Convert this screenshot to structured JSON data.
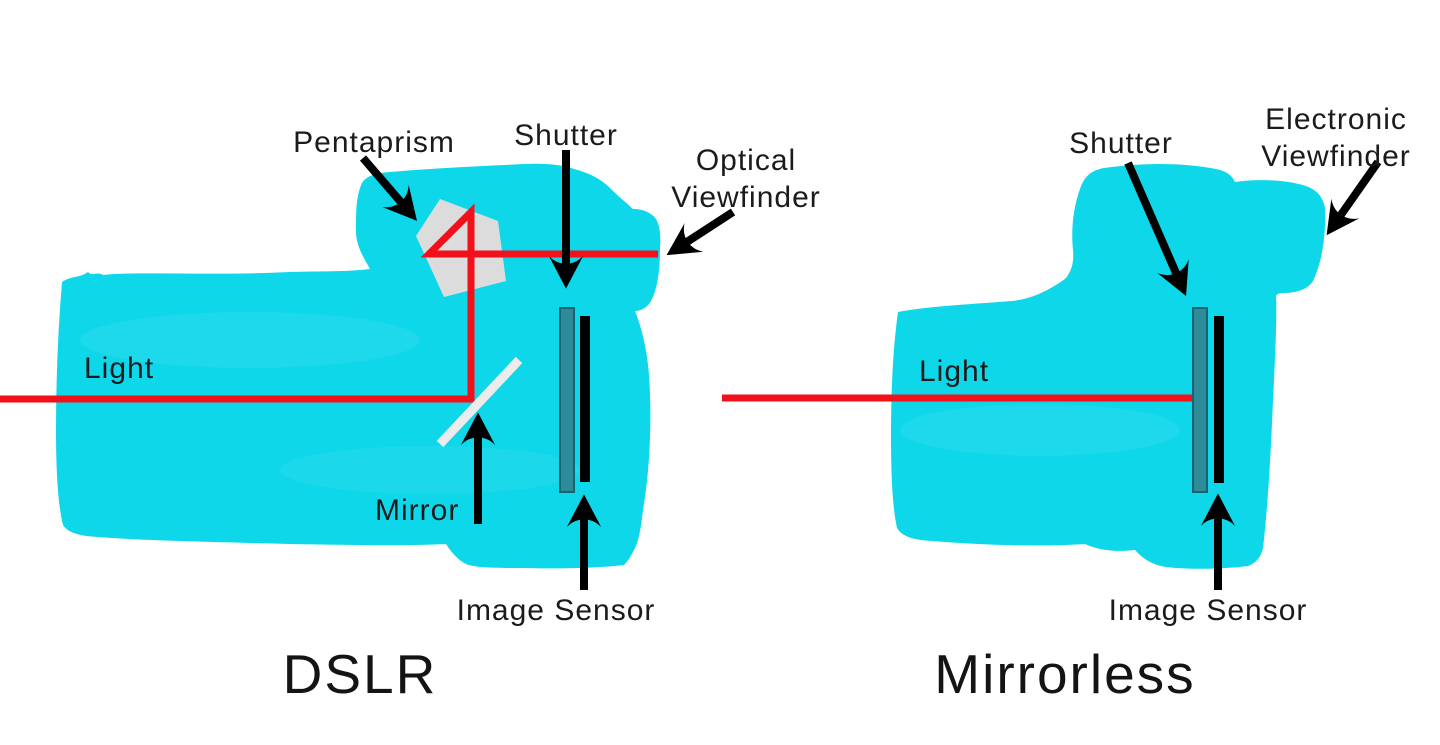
{
  "colors": {
    "background": "#FFFFFF",
    "camera_body": "#0FD7EA",
    "light_path": "#F2111B",
    "shutter_fill": "#2E8B99",
    "shutter_stroke": "#15646F",
    "sensor": "#000000",
    "pentaprism": "#DCDCDC",
    "mirror": "#ECECEC",
    "arrow": "#000000",
    "text": "#1B1B1B"
  },
  "dslr": {
    "title": "DSLR",
    "labels": {
      "pentaprism": "Pentaprism",
      "shutter": "Shutter",
      "viewfinder_line1": "Optical",
      "viewfinder_line2": "Viewfinder",
      "light": "Light",
      "mirror": "Mirror",
      "image_sensor": "Image Sensor"
    }
  },
  "mirrorless": {
    "title": "Mirrorless",
    "labels": {
      "shutter": "Shutter",
      "viewfinder_line1": "Electronic",
      "viewfinder_line2": "Viewfinder",
      "light": "Light",
      "image_sensor": "Image Sensor"
    }
  }
}
